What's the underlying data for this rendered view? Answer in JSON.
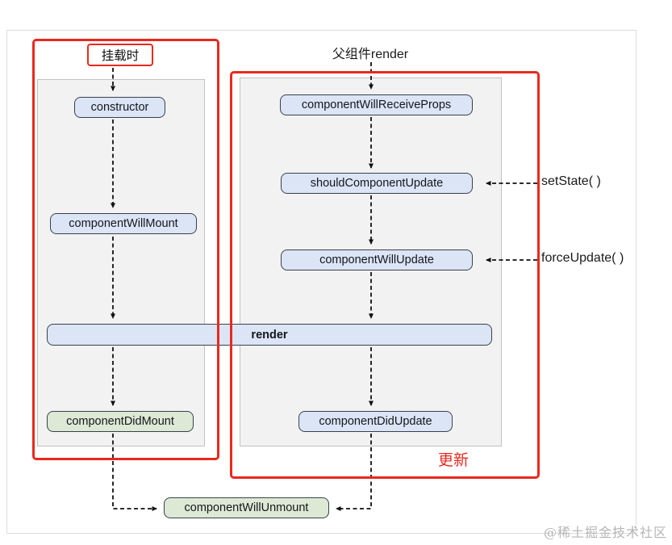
{
  "diagram": {
    "mount": {
      "badge": "挂载时",
      "nodes": {
        "constructor": "constructor",
        "will_mount": "componentWillMount",
        "did_mount": "componentDidMount"
      }
    },
    "update": {
      "trigger_label": "父组件render",
      "group_label": "更新",
      "nodes": {
        "will_receive_props": "componentWillReceiveProps",
        "should_update": "shouldComponentUpdate",
        "will_update": "componentWillUpdate",
        "did_update": "componentDidUpdate"
      },
      "side_calls": {
        "set_state": "setState( )",
        "force_update": "forceUpdate( )"
      }
    },
    "shared": {
      "render": "render",
      "will_unmount": "componentWillUnmount"
    },
    "colors": {
      "outline_red": "#e9291d",
      "node_blue_fill": "#dbe5f6",
      "node_green_fill": "#dde9d5",
      "node_border": "#39414d",
      "panel_fill": "#f2f2f2",
      "panel_border": "#c1c1c1",
      "arrow_black": "#111111",
      "watermark_gray": "#b5b5b5"
    }
  },
  "watermark": "@稀土掘金技术社区"
}
